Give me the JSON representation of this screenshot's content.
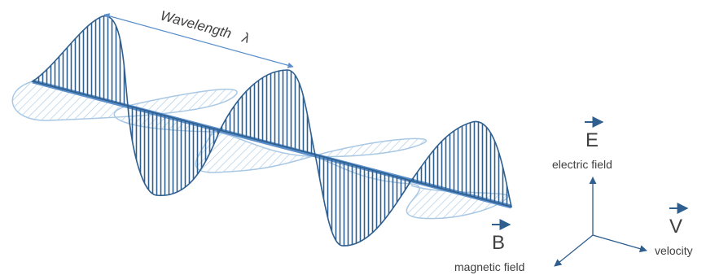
{
  "diagram": {
    "wavelength_label": "Wavelength",
    "lambda_symbol": "λ",
    "vector_E": "E",
    "vector_B": "B",
    "vector_V": "V",
    "electric_label": "electric field",
    "magnetic_label": "magnetic field",
    "velocity_label": "velocity"
  },
  "colors": {
    "electric_wave": "#2f5f8f",
    "magnetic_wave": "#a9c8e4",
    "propagation_axis": "#5a8fcb",
    "arrow": "#2f5f8f",
    "text": "#404040"
  }
}
